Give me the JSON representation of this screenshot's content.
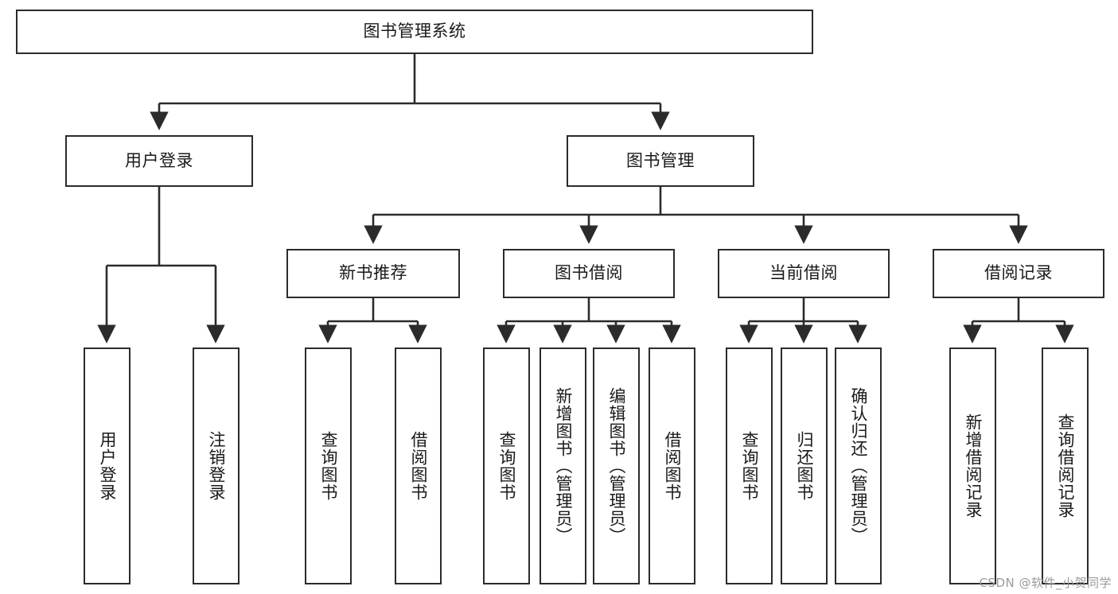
{
  "diagram": {
    "title": "图书管理系统",
    "type": "tree-hierarchy",
    "root": {
      "label": "图书管理系统"
    },
    "level1": [
      {
        "id": "user-login",
        "label": "用户登录"
      },
      {
        "id": "book-manage",
        "label": "图书管理"
      }
    ],
    "level2": [
      {
        "id": "new-book-rec",
        "label": "新书推荐",
        "parent": "book-manage"
      },
      {
        "id": "book-borrow",
        "label": "图书借阅",
        "parent": "book-manage"
      },
      {
        "id": "current-borrow",
        "label": "当前借阅",
        "parent": "book-manage"
      },
      {
        "id": "borrow-record",
        "label": "借阅记录",
        "parent": "book-manage"
      }
    ],
    "leaves": {
      "user_login": [
        {
          "id": "leaf-user-login",
          "label": "用户登录"
        },
        {
          "id": "leaf-logout",
          "label": "注销登录"
        }
      ],
      "new_book_rec": [
        {
          "id": "leaf-query-book-1",
          "label": "查询图书"
        },
        {
          "id": "leaf-borrow-book-1",
          "label": "借阅图书"
        }
      ],
      "book_borrow": [
        {
          "id": "leaf-query-book-2",
          "label": "查询图书"
        },
        {
          "id": "leaf-add-book",
          "label": "新增图书（管理员）"
        },
        {
          "id": "leaf-edit-book",
          "label": "编辑图书（管理员）"
        },
        {
          "id": "leaf-borrow-book-2",
          "label": "借阅图书"
        }
      ],
      "current_borrow": [
        {
          "id": "leaf-query-book-3",
          "label": "查询图书"
        },
        {
          "id": "leaf-return-book",
          "label": "归还图书"
        },
        {
          "id": "leaf-confirm-return",
          "label": "确认归还（管理员）"
        }
      ],
      "borrow_record": [
        {
          "id": "leaf-add-record",
          "label": "新增借阅记录"
        },
        {
          "id": "leaf-query-record",
          "label": "查询借阅记录"
        }
      ]
    }
  },
  "watermark": {
    "text": "CSDN @软件_小贺同学"
  },
  "colors": {
    "stroke": "#2b2b2b",
    "fill": "#ffffff",
    "text": "#1a1a1a",
    "watermark": "#9a9a9a"
  }
}
